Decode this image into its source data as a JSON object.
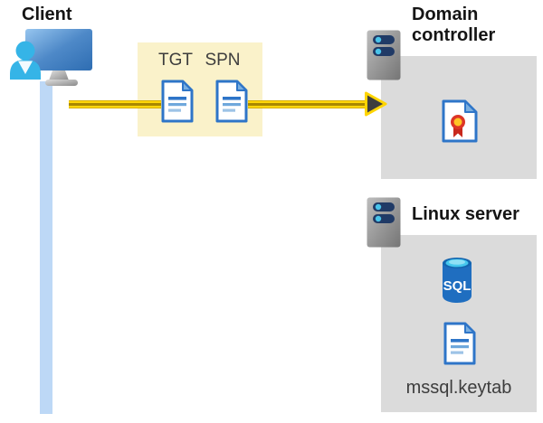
{
  "diagram": {
    "client": {
      "label": "Client"
    },
    "ticket_box": {
      "tgt_label": "TGT",
      "spn_label": "SPN"
    },
    "domain_controller": {
      "label": "Domain controller"
    },
    "linux_server": {
      "label": "Linux server",
      "sql_label": "SQL",
      "keytab_label": "mssql.keytab"
    },
    "icons": [
      "client-workstation-icon",
      "user-icon",
      "document-icon-tgt",
      "document-icon-spn",
      "server-icon-domain-controller",
      "certificate-icon",
      "server-icon-linux",
      "sql-database-icon",
      "document-icon-keytab",
      "arrowhead-icon"
    ],
    "colors": {
      "highlight_box": "#faf2ca",
      "server_box": "#dbdbdb",
      "arrow_yellow": "#ffd60a",
      "arrow_gold": "#a98700",
      "arrowhead_dark": "#3e3e3e",
      "connection_line_blue": "#bdd8f6",
      "doc_border_blue": "#2e75c8",
      "sql_blue": "#1f6ec0",
      "cert_red": "#dd3526",
      "cert_yellow": "#ffc425",
      "person_cyan": "#35b4e7"
    }
  }
}
